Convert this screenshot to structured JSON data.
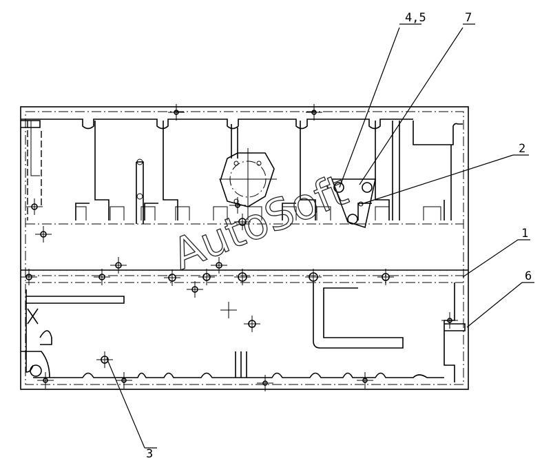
{
  "callouts": {
    "c45": "4,5",
    "c7": "7",
    "c2": "2",
    "c1": "1",
    "c6": "6",
    "c3": "3"
  },
  "watermark": "AutoSoft"
}
